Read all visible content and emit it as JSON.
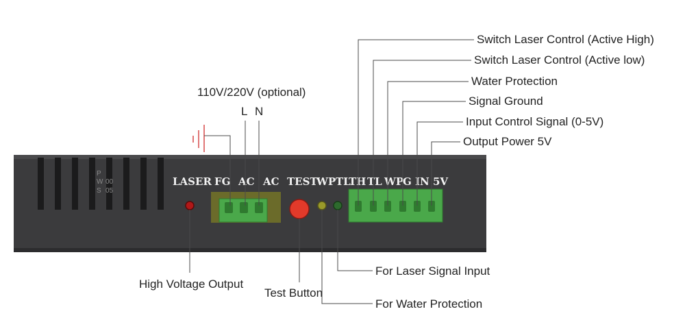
{
  "header": {
    "voltage_label": "110V/220V (optional)",
    "line_label": "L",
    "neutral_label": "N"
  },
  "panel": {
    "terminals_left": [
      "LASER",
      "FG",
      "AC",
      "AC",
      "TEST",
      "WP"
    ],
    "terminals_right": [
      "TL",
      "TH",
      "TL",
      "WP",
      "G",
      "IN",
      "5V"
    ],
    "vent_text": [
      "P",
      "W",
      "S",
      "00",
      "05"
    ]
  },
  "callouts": {
    "switch_high": "Switch Laser Control (Active High)",
    "switch_low": "Switch Laser Control (Active low)",
    "water_protection": "Water Protection",
    "signal_ground": "Signal Ground",
    "input_control": "Input Control Signal (0-5V)",
    "output_power": "Output Power 5V",
    "high_voltage_output": "High Voltage Output",
    "test_button": "Test Button",
    "laser_signal_input": "For Laser Signal Input",
    "water_protection_led": "For Water Protection"
  },
  "colors": {
    "panel": "#3b3b3d",
    "terminal_green": "#4aa84a",
    "laser_led": "#b01818",
    "test_button": "#e23a2a",
    "wp_led": "#9a9a2a",
    "tl_led": "#2d6a2d",
    "ground_symbol": "#d23b3b"
  }
}
